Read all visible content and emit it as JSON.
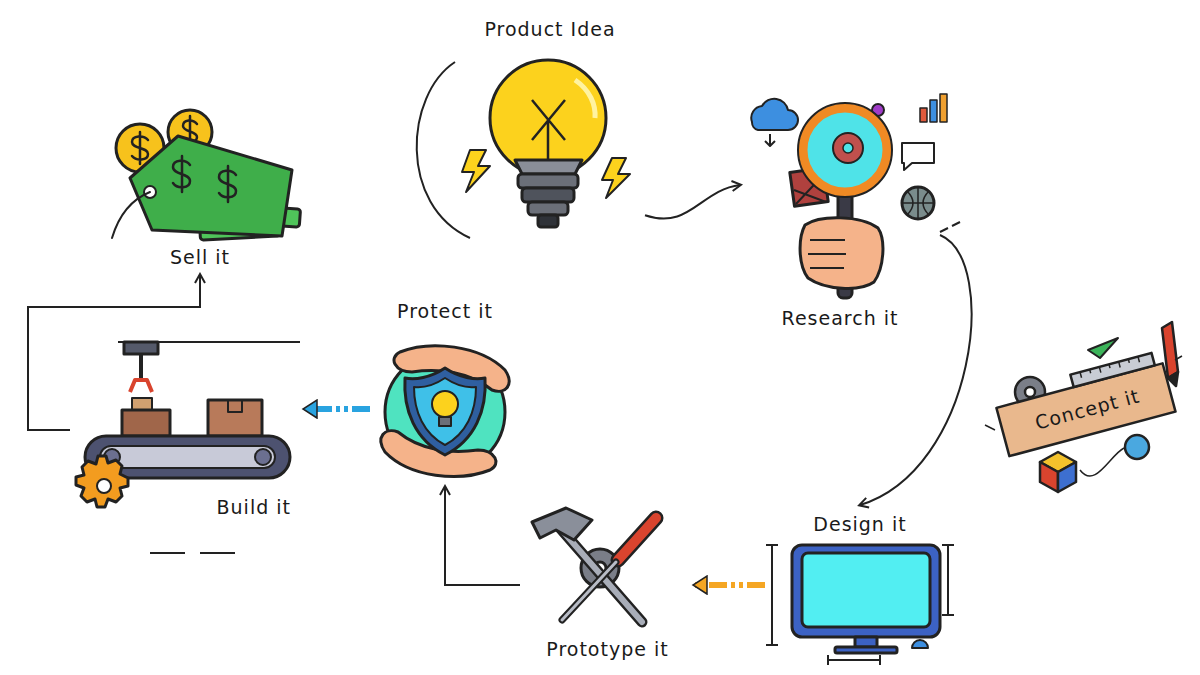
{
  "diagram": {
    "nodes": [
      {
        "text": [
          "Product Idea"
        ]
      },
      {
        "text": [
          "Research it"
        ]
      },
      {
        "text": [
          "Concept it"
        ]
      },
      {
        "text": [
          "Design it"
        ]
      },
      {
        "text": [
          "Prototype it"
        ]
      },
      {
        "text": [
          "Protect it"
        ]
      },
      {
        "text": [
          "Build it"
        ]
      },
      {
        "text": [
          "Sell it"
        ]
      }
    ],
    "edges": [
      {
        "from": 0,
        "to": 1,
        "arrow": "to"
      },
      {
        "from": 1,
        "to": 3,
        "arrow": "to"
      },
      {
        "from": 3,
        "to": 4,
        "arrow": "to"
      },
      {
        "from": 4,
        "to": 5,
        "arrow": "to"
      },
      {
        "from": 5,
        "to": 6,
        "arrow": "to"
      },
      {
        "from": 6,
        "to": 7,
        "arrow": "to"
      }
    ]
  }
}
